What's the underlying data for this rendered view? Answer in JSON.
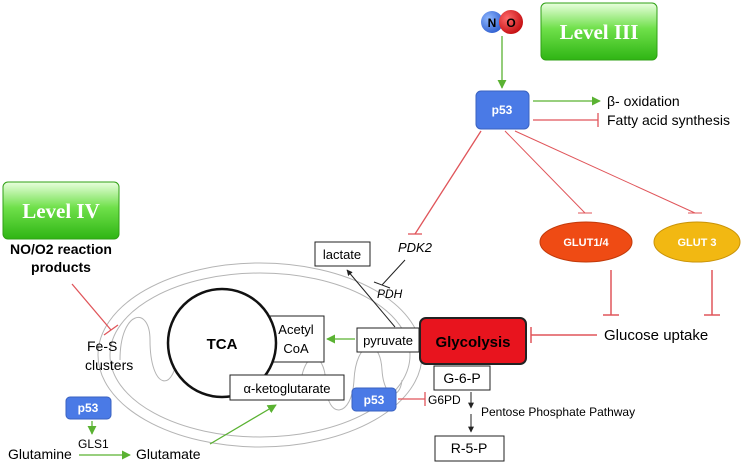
{
  "colors": {
    "inhibit_red": "#e0555a",
    "activate_green": "#5ab232",
    "p53_blue": "#4a7ae6",
    "level_green": "#3cc21e",
    "glut14": "#ef4b14",
    "glut3": "#f2b812",
    "glycolysis_red": "#e8141e"
  },
  "nodes": {
    "no_n": "N",
    "no_o": "O",
    "level3": "Level III",
    "level4": "Level IV",
    "p53": "p53",
    "beta_oxidation": "β- oxidation",
    "fatty_acid_synthesis": "Fatty acid synthesis",
    "glut14": "GLUT1/4",
    "glut3": "GLUT 3",
    "glucose_uptake": "Glucose uptake",
    "glycolysis": "Glycolysis",
    "pdk2": "PDK2",
    "pdh": "PDH",
    "lactate": "lactate",
    "pyruvate": "pyruvate",
    "acetyl": "Acetyl",
    "coa": "CoA",
    "tca": "TCA",
    "fes_line1": "Fe-S",
    "fes_line2": "clusters",
    "no_products_line1": "NO/O2 reaction",
    "no_products_line2": "products",
    "akg": "α-ketoglutarate",
    "g6p": "G-6-P",
    "g6pd": "G6PD",
    "ppp": "Pentose Phosphate Pathway",
    "r5p": "R-5-P",
    "glutamine": "Glutamine",
    "gls1": "GLS1",
    "glutamate": "Glutamate"
  }
}
